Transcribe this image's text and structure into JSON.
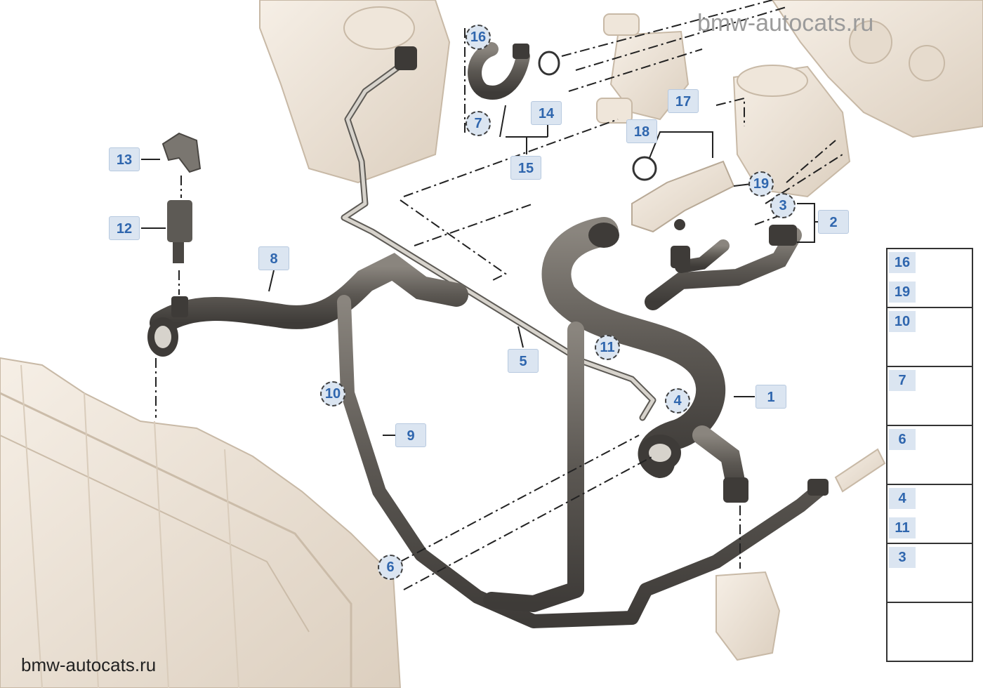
{
  "watermarks": {
    "top_right": "bmw-autocats.ru",
    "bottom_left": "bmw-autocats.ru"
  },
  "callouts": {
    "c1": "1",
    "c2": "2",
    "c3": "3",
    "c4": "4",
    "c5": "5",
    "c6": "6",
    "c7": "7",
    "c8": "8",
    "c9": "9",
    "c10": "10",
    "c11": "11",
    "c12": "12",
    "c13": "13",
    "c14": "14",
    "c15": "15",
    "c16": "16",
    "c17": "17",
    "c18": "18",
    "c19": "19"
  },
  "legend": {
    "row1_a": "16",
    "row1_b": "19",
    "row2": "10",
    "row3": "7",
    "row4": "6",
    "row5_a": "4",
    "row5_b": "11",
    "row6": "3"
  },
  "colors": {
    "hose": "#6e6a64",
    "hose_dark": "#4a4743",
    "part_beige": "#ede3d6",
    "callout_bg": "#dbe5f1",
    "callout_text": "#2f66ae"
  }
}
